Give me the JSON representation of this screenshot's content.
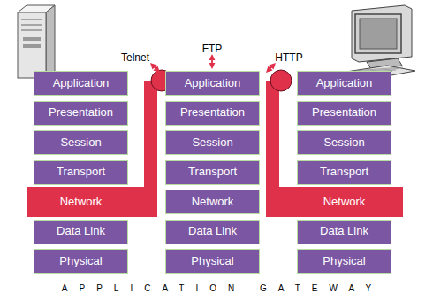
{
  "diagram": {
    "nodes": [
      {
        "text": [
          "Application"
        ]
      },
      {
        "text": [
          "Presentation"
        ]
      },
      {
        "text": [
          "Session"
        ]
      },
      {
        "text": [
          "Transport"
        ]
      },
      {
        "text": [
          "Network"
        ]
      },
      {
        "text": [
          "Data Link"
        ]
      },
      {
        "text": [
          "Physical"
        ]
      },
      {
        "text": [
          "Application"
        ]
      },
      {
        "text": [
          "Presentation"
        ]
      },
      {
        "text": [
          "Session"
        ]
      },
      {
        "text": [
          "Transport"
        ]
      },
      {
        "text": [
          "Network"
        ]
      },
      {
        "text": [
          "Data Link"
        ]
      },
      {
        "text": [
          "Physical"
        ]
      },
      {
        "text": [
          "Application"
        ]
      },
      {
        "text": [
          "Presentation"
        ]
      },
      {
        "text": [
          "Session"
        ]
      },
      {
        "text": [
          "Transport"
        ]
      },
      {
        "text": [
          "Network"
        ]
      },
      {
        "text": [
          "Data Link"
        ]
      },
      {
        "text": [
          "Physical"
        ]
      }
    ],
    "labels": [
      "Telnet",
      "FTP",
      "HTTP",
      "APPLICATION GATEWAY"
    ]
  }
}
